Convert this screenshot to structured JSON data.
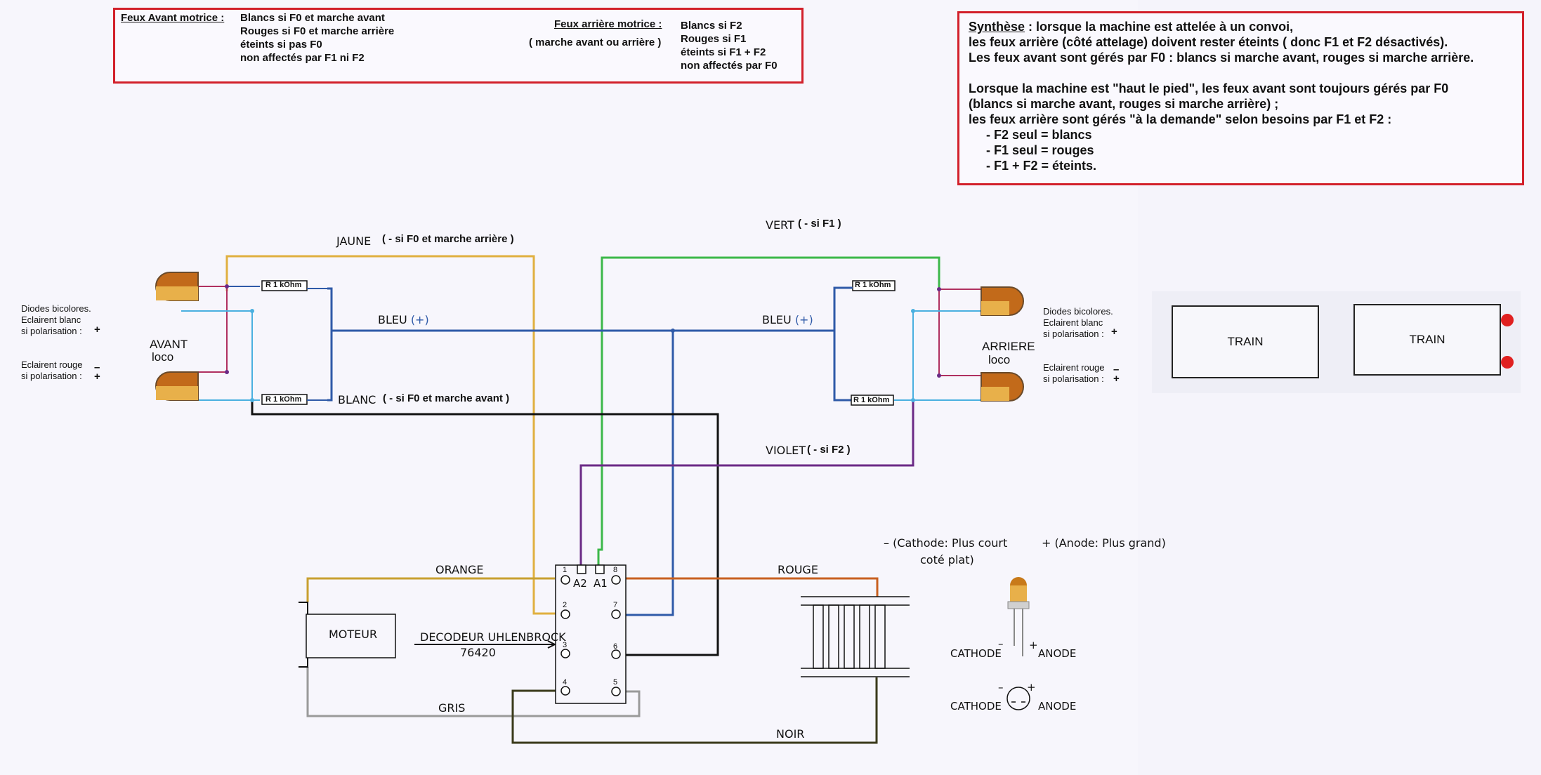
{
  "top_box": {
    "front_title": "Feux Avant motrice :",
    "front_lines": [
      "Blancs si F0 et marche avant",
      "Rouges si F0 et marche arrière",
      "éteints si pas F0",
      "non affectés par F1 ni F2"
    ],
    "rear_title": "Feux arrière motrice :",
    "rear_subtitle": "( marche avant ou arrière )",
    "rear_lines": [
      "Blancs si F2",
      "Rouges si F1",
      "éteints si F1 + F2",
      "non affectés par F0"
    ]
  },
  "synthese": {
    "title": "Synthèse",
    "line1": " : lorsque la machine est attelée à un convoi,",
    "line2": "les feux arrière (côté attelage) doivent rester éteints ( donc F1 et F2 désactivés).",
    "line3": "Les feux avant sont gérés par F0 : blancs si marche avant, rouges si marche arrière.",
    "line4": "Lorsque la machine est \"haut le pied\", les feux avant sont toujours gérés par F0",
    "line5": "(blancs si marche avant, rouges si marche arrière) ;",
    "line6": "les feux arrière sont gérés \"à la demande\" selon besoins par F1 et F2 :",
    "line7": "- F2 seul = blancs",
    "line8": "- F1 seul = rouges",
    "line9": "- F1 + F2 = éteints."
  },
  "left_side": {
    "diodes": "Diodes bicolores.",
    "white": "Eclairent blanc",
    "white_pol": "si polarisation :",
    "plus": "+",
    "red": "Eclairent rouge",
    "red_pol": "si polarisation :",
    "minus": "–",
    "plus2": "+",
    "avant": "AVANT",
    "loco": "loco"
  },
  "right_side": {
    "diodes": "Diodes bicolores.",
    "white": "Eclairent blanc",
    "white_pol": "si polarisation :",
    "plus": "+",
    "red": "Eclairent rouge",
    "red_pol": "si polarisation :",
    "minus": "–",
    "plus2": "+",
    "arriere": "ARRIERE",
    "loco": "loco"
  },
  "wires": {
    "jaune": "JAUNE",
    "jaune_note": "( - si F0 et marche arrière )",
    "vert": "VERT",
    "vert_note": "( - si F1 )",
    "bleu_left": "BLEU",
    "bleu_right": "BLEU",
    "plus_sign": "(+)",
    "blanc": "BLANC",
    "blanc_note": "( - si F0 et marche avant )",
    "violet": "VIOLET",
    "violet_note": "( - si F2 )",
    "orange": "ORANGE",
    "rouge": "ROUGE",
    "gris": "GRIS",
    "noir": "NOIR"
  },
  "resistors": [
    "R 1 kOhm",
    "R 1 kOhm",
    "R 1 kOhm",
    "R 1 kOhm"
  ],
  "components": {
    "moteur": "MOTEUR",
    "decoder_name": "DECODEUR UHLENBROCK",
    "decoder_ref": "76420",
    "pins": [
      "1",
      "2",
      "3",
      "4",
      "5",
      "6",
      "7",
      "8"
    ],
    "a2": "A2",
    "a1": "A1"
  },
  "trains": [
    "TRAIN",
    "TRAIN"
  ],
  "led_legend": {
    "cathode_note": "– (Cathode: Plus court",
    "cathode_note2": "coté plat)",
    "anode_note": "+ (Anode: Plus grand)",
    "cathode1": "CATHODE",
    "anode1": "ANODE",
    "cathode2": "CATHODE",
    "anode2": "ANODE",
    "minus": "–",
    "plus": "+",
    "minus2": "–",
    "plus2": "+"
  },
  "colors": {
    "border_red": "#d2202a",
    "jaune": "#e0b040",
    "vert": "#3cb84a",
    "bleu": "#2f5aa8",
    "blanc_wire": "#111111",
    "violet": "#6b2a86",
    "orange": "#c8a030",
    "rouge": "#c86020",
    "gris": "#9a9a9a",
    "noir": "#3a3a1a",
    "light_blue": "#4ab0e0"
  }
}
